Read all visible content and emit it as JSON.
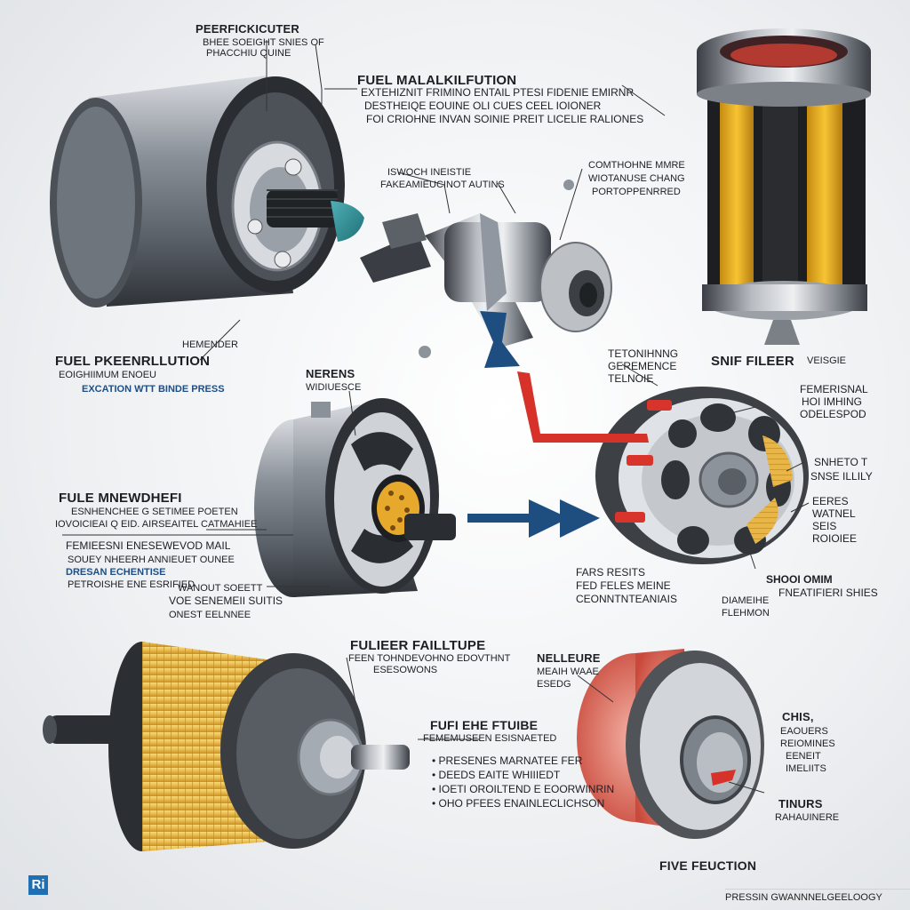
{
  "labels": {
    "top_left_title": "PEERFICKICUTER",
    "top_left_sub1": "BHEE SOEIGHT SNIES OF",
    "top_left_sub2": "PHACCHIU QUINE",
    "top_center_title": "FUEL MALALKILFUTION",
    "top_center_l1": "EXTEHIZNIT FRIMINO ENTAIL PTESI FIDENIE EMIRNR",
    "top_center_l2": "DESTHEIQE EOUINE OLI CUES CEEL IOIONER",
    "top_center_l3": "FOI CRIOHNE INVAN SOINIE PREIT LICELIE RALIONES",
    "mid_left_title": "FUEL PKEENRLLUTION",
    "mid_left_sub1": "EOIGHIIMUM ENOEU",
    "mid_left_sub2": "EXCATION WTT BINDE PRESS",
    "small_mid_top": "ISWOCH INEISTIE",
    "small_mid_top2": "FAKEAMIEUCINOT AUTINS",
    "right_top_note1": "COMTHOHNE MMRE",
    "right_top_note2": "WIOTANUSE CHANG",
    "right_top_note3": "PORTOPPENRRED",
    "left_small_arrow": "HEMENDER",
    "center_title": "NERENS",
    "center_sub": "WIDIUESCE",
    "teom_l1": "TETONIHNNG",
    "teom_l2": "GEREMENCE",
    "teom_l3": "TELNOIE",
    "snif_filter": "SNIF FILEER",
    "snif_sub": "VEISGIE",
    "right_mid1_l1": "FEMERISNAL",
    "right_mid1_l2": "HOI IMHING",
    "right_mid1_l3": "ODELESPOD",
    "right_mid2_l1": "SNHETO T",
    "right_mid2_l2": "SNSE ILLILY",
    "right_mid3_l1": "EERES",
    "right_mid3_l2": "WATNEL",
    "right_mid3_l3": "SEIS",
    "right_mid3_l4": "ROIOIEE",
    "mid_left_block_title": "FULE MNEWDHEFI",
    "mid_left_block_l1": "ESNHENCHEE G SETIMEE POETEN",
    "mid_left_block_l2": "IOVOICIEAI Q EID. AIRSEAITEL CATMAHIEE",
    "mid_left_block_l3": "FEMIEESNI ENESEWEVOD MAIL",
    "mid_left_block_l4": "SOUEY NHEERH ANNIEUET OUNEE",
    "mid_left_block_l5": "DRESAN ECHENTISE",
    "mid_left_block_l6": "PETROISHE ENE ESRIFIED",
    "mid_left_right1": "WANOUT SOEETT",
    "mid_left_right2": "VOE SENEMEII SUITIS",
    "mid_left_right3": "ONEST EELNNEE",
    "fans_l1": "FARS RESITS",
    "fans_l2": "FED FELES MEINE",
    "fans_l3": "CEONNTNTEANIAIS",
    "shodow_l1": "SHOOI OMIM",
    "shodow_l2": "FNEATIFIERI SHIES",
    "shodow_l3": "DIAMEIHE",
    "shodow_l4": "FLEHMON",
    "bottom_center_title": "FULIEER FAILLTUPE",
    "bottom_center_l1": "FEEN TOHNDEVOHNO EDOVTHNT",
    "bottom_center_l2": "ESESOWONS",
    "nellure_title": "NELLEURE",
    "nellure_l1": "MEAIH WAAE",
    "nellure_l2": "ESEDG",
    "fife_title": "FUFI EHE FTUIBE",
    "fife_l0": "FEMEMUSEEN ESISNAETED",
    "fife_b1": "PRESENES MARNATEE FER",
    "fife_b2": "DEEDS EAITE WHIIIEDT",
    "fife_b3": "IOETI OROILTEND E EOORWINRIN",
    "fife_b4": "OHO PFEES ENAINLECLICHSON",
    "chis_title": "CHIS,",
    "chis_l1": "EAOUERS",
    "chis_l2": "REIOMINES",
    "chis_l3": "EENEIT",
    "chis_l4": "IMELIITS",
    "tinurs_title": "TINURS",
    "tinurs_l1": "RAHAUINERE",
    "bottom_right_title": "FIVE FEUCTION",
    "footer_text": "PRESSIN GWANNNELGEELOOGY",
    "logo_text": "Ri"
  }
}
